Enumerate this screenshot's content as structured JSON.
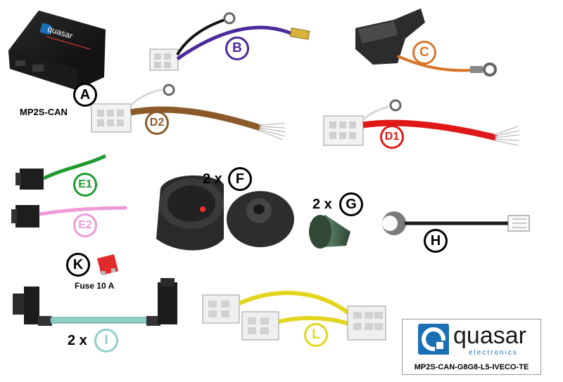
{
  "items": {
    "A": {
      "badge": "A",
      "caption": "MP2S-CAN",
      "case_text": "quasar"
    },
    "B": {
      "badge": "B"
    },
    "C": {
      "badge": "C"
    },
    "D2": {
      "badge": "D2"
    },
    "D1": {
      "badge": "D1"
    },
    "E1": {
      "badge": "E1"
    },
    "E2": {
      "badge": "E2"
    },
    "F": {
      "badge": "F",
      "quantity": "2 x"
    },
    "G": {
      "badge": "G",
      "quantity": "2 x"
    },
    "H": {
      "badge": "H"
    },
    "K": {
      "badge": "K",
      "caption": "Fuse 10 A"
    },
    "I": {
      "badge": "I",
      "quantity": "2 x"
    },
    "L": {
      "badge": "L"
    }
  },
  "brand": {
    "name": "quasar",
    "tagline": "electronics",
    "product_code": "MP2S-CAN-G8G8-L5-IVECO-TE"
  },
  "colors": {
    "B": "#4b2a9c",
    "C": "#d8752a",
    "D2": "#8a5a2b",
    "D1": "#e01818",
    "E1": "#1e9a2e",
    "E2": "#ef9ad6",
    "I": "#8fcfc8",
    "L": "#e3d51c",
    "H": "#1a1a1a",
    "brand_blue": "#1b6fb5"
  }
}
